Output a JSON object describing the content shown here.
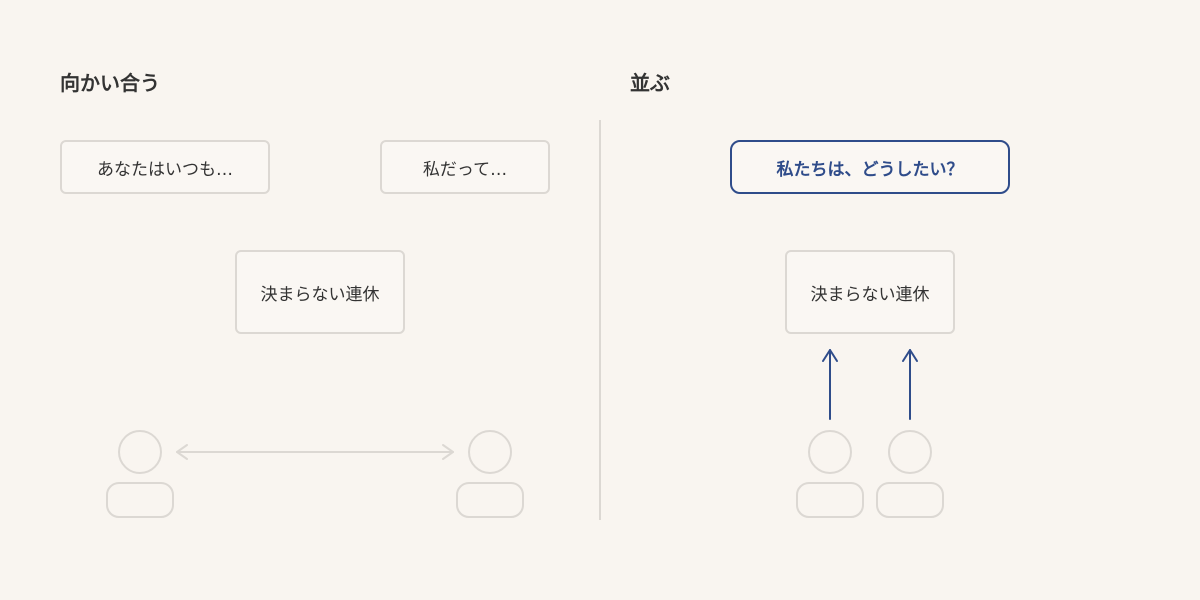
{
  "left_panel": {
    "heading": "向かい合う",
    "speech_left": "あなたはいつも…",
    "speech_right": "私だって…",
    "topic": "決まらない連休"
  },
  "right_panel": {
    "heading": "並ぶ",
    "shared_question": "私たちは、どうしたい？",
    "topic": "決まらない連休"
  },
  "colors": {
    "background": "#f9f5f0",
    "neutral_stroke": "#dcd8d3",
    "accent": "#2f4c8a",
    "text": "#333333"
  }
}
